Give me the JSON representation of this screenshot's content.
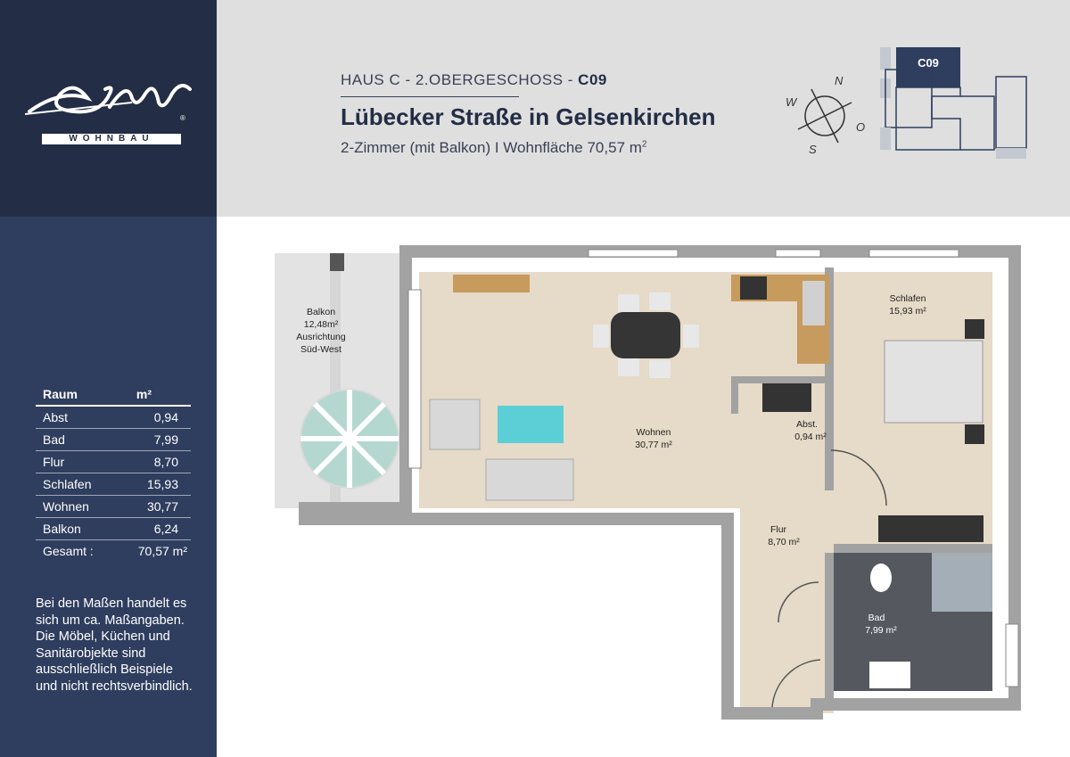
{
  "brand": {
    "logo_script": "Exklusiv",
    "logo_sub": "WOHNBAU"
  },
  "header": {
    "subtitle_prefix": "HAUS C - 2.OBERGESCHOSS - ",
    "subtitle_unit": "C09",
    "title": "Lübecker Straße in Gelsenkirchen",
    "info": "2-Zimmer (mit Balkon)  I Wohnfläche 70,57 m",
    "info_sup": "2"
  },
  "compass": {
    "n": "N",
    "w": "W",
    "o": "O",
    "s": "S"
  },
  "keyplan": {
    "unit_label": "C09"
  },
  "room_table": {
    "col_room": "Raum",
    "col_area": "m²",
    "rows": [
      {
        "name": "Abst",
        "area": "0,94"
      },
      {
        "name": "Bad",
        "area": "7,99"
      },
      {
        "name": "Flur",
        "area": "8,70"
      },
      {
        "name": "Schlafen",
        "area": "15,93"
      },
      {
        "name": "Wohnen",
        "area": "30,77"
      },
      {
        "name": "Balkon",
        "area": "6,24"
      }
    ],
    "total_label": "Gesamt :",
    "total_area": "70,57 m²"
  },
  "disclaimer": "Bei den Maßen handelt es sich um ca. Maßangaben. Die Möbel, Küchen und Sanitärobjekte sind ausschließlich Beispiele und nicht rechtsverbindlich.",
  "plan_labels": {
    "balkon": "Balkon",
    "balkon_area": "12,48m²",
    "balkon_orient_1": "Ausrichtung",
    "balkon_orient_2": "Süd-West",
    "wohnen": "Wohnen",
    "wohnen_area": "30,77 m²",
    "schlafen": "Schlafen",
    "schlafen_area": "15,93 m²",
    "abst": "Abst.",
    "abst_area": "0,94 m²",
    "flur": "Flur",
    "flur_area": "8,70 m²",
    "bad": "Bad",
    "bad_area": "7,99 m²"
  },
  "colors": {
    "navy_dark": "#232d45",
    "navy": "#2f3d5e",
    "header_bg": "#dfdfdf",
    "wall": "#a2a2a2",
    "floor_wood": "#e6dac8",
    "bath_tile": "#55595f"
  }
}
